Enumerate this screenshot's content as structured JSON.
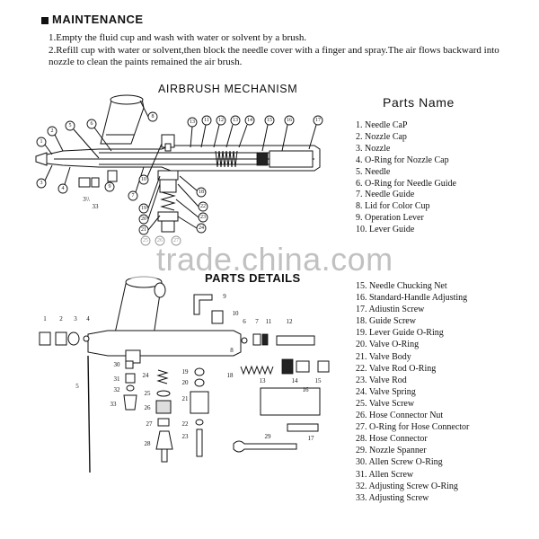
{
  "maintenance": {
    "title": "MAINTENANCE",
    "step1": "1.Empty the fluid cup and wash with water  or solvent by a brush.",
    "step2": "2.Refill cup with water or solvent,then block the needle cover with a finger and spray.The air flows backward into nozzle to clean the paints remained the air brush."
  },
  "mechanism": {
    "title": "AIRBRUSH MECHANISM",
    "callouts_top": [
      "1",
      "2",
      "5",
      "6",
      "8",
      "13",
      "11",
      "12",
      "13",
      "14",
      "15",
      "16",
      "17"
    ],
    "callouts_bottom": [
      "3",
      "4",
      "7",
      "9",
      "10",
      "18",
      "19",
      "20",
      "21",
      "22",
      "23",
      "24",
      "25",
      "26",
      "27"
    ]
  },
  "parts_name": {
    "title": "Parts Name",
    "items_a": [
      "1.  Needle CaP",
      "2.  Nozzle Cap",
      "3.  Nozzle",
      "4.  O-Ring for Nozzle Cap",
      "5.  Needle",
      "6.  O-Ring for Needle Guide",
      "7.  Needle Guide",
      "8.  Lid for Color Cup",
      "9.  Operation Lever",
      "10. Lever Guide"
    ],
    "items_b": [
      "15. Needle Chucking Net",
      "16. Standard-Handle Adjusting",
      "17. Adiustin Screw",
      "18. Guide Screw",
      "19. Lever Guide O-Ring",
      "20. Valve O-Ring",
      "21. Valve Body",
      "22. Valve Rod O-Ring",
      "23. Valve Rod",
      "24. Valve Spring",
      "25. Valve Screw",
      "26. Hose Connector Nut",
      "27. O-Ring for Hose Connector",
      "28. Hose Connector",
      "29. Nozzle Spanner",
      "30. Allen Screw O-Ring",
      "31. Allen Screw",
      "32. Adjusting Screw O-Ring",
      "33. Adjusting Screw"
    ]
  },
  "details": {
    "title": "PARTS DETAILS",
    "labels": [
      "1",
      "2",
      "3",
      "4",
      "5",
      "6",
      "7",
      "8",
      "9",
      "10",
      "11",
      "12",
      "13",
      "14",
      "15",
      "16",
      "17",
      "18",
      "19",
      "20",
      "21",
      "22",
      "23",
      "24",
      "25",
      "26",
      "27",
      "28",
      "29",
      "30",
      "31",
      "32",
      "33"
    ]
  },
  "watermark": "trade.china.com",
  "colors": {
    "ink": "#111111",
    "watermark": "#b7b7b7",
    "background": "#ffffff"
  }
}
